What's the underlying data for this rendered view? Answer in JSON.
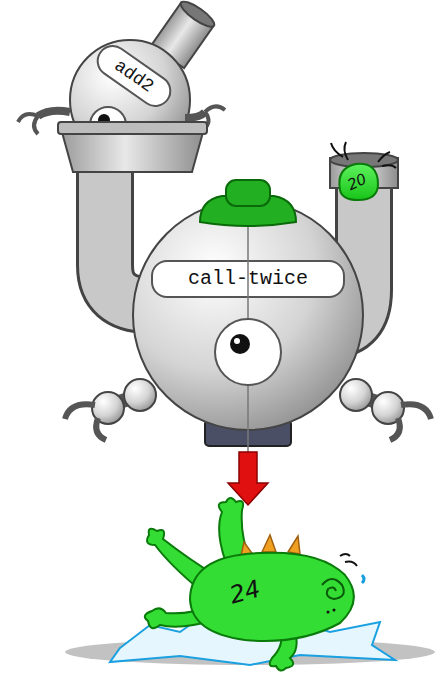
{
  "diagram": {
    "nodes": [
      {
        "text": [
          "add2"
        ]
      },
      {
        "text": [
          "20"
        ]
      },
      {
        "text": [
          "call-twice"
        ]
      },
      {
        "text": [
          "24"
        ]
      }
    ],
    "edges": [
      {
        "from": 2,
        "to": 3,
        "arrow": "to"
      }
    ]
  }
}
